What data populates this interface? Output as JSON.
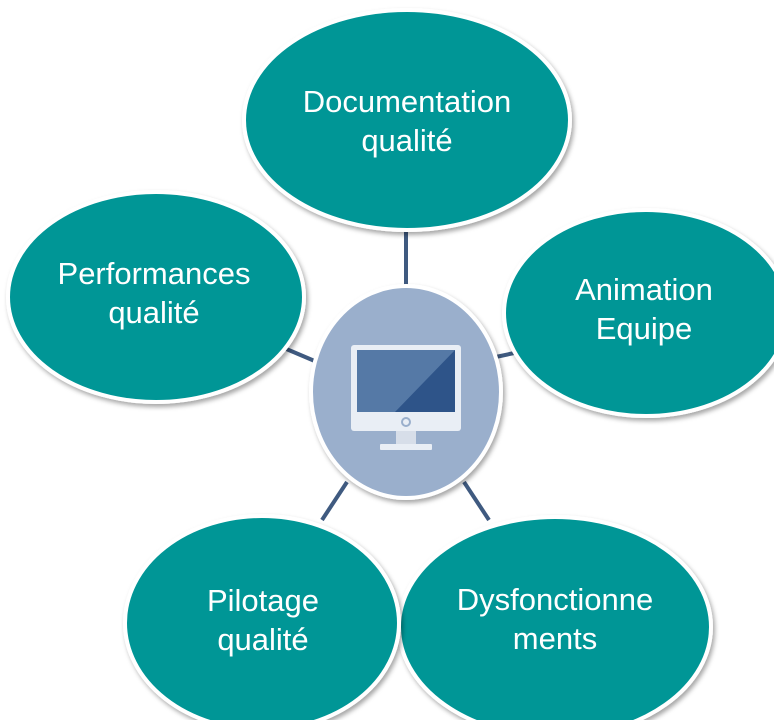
{
  "diagram": {
    "center": {
      "icon": "desktop-monitor-icon"
    },
    "nodes": {
      "documentation": {
        "line1": "Documentation",
        "line2": "qualité"
      },
      "animation": {
        "line1": "Animation",
        "line2": "Equipe"
      },
      "dysfonctionnements": {
        "line1": "Dysfonctionne",
        "line2": "ments"
      },
      "pilotage": {
        "line1": "Pilotage",
        "line2": "qualité"
      },
      "performances": {
        "line1": "Performances",
        "line2": "qualité"
      }
    }
  },
  "colors": {
    "node_fill": "#009696",
    "node_stroke": "#ffffff",
    "connector": "#3f5a80",
    "center_fill": "#9aafcc",
    "monitor_screen_dark": "#2e5489",
    "monitor_screen_light": "#5579a6",
    "monitor_body": "#e9eef5",
    "monitor_stand": "#d7dee9"
  }
}
